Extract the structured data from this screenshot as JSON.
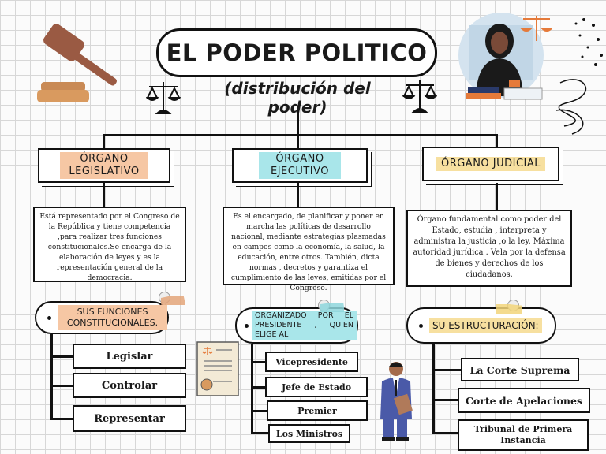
{
  "title": "EL PODER POLITICO",
  "subtitle": "(distribución del poder)",
  "colors": {
    "legislativo_highlight": "#f6c7a4",
    "ejecutivo_highlight": "#a9e6ea",
    "judicial_highlight": "#f7e0a0",
    "accent_orange": "#e57a3a"
  },
  "icons": [
    "gavel-icon",
    "scales-of-justice-icon",
    "judge-illustration",
    "document-certificate-icon",
    "businessman-illustration"
  ],
  "legislativo": {
    "label": "ÓRGANO LEGISLATIVO",
    "description": "Está representado por el Congreso de la República y tiene competencia ,para realizar tres funciones constitucionales.Se encarga de la elaboración de leyes y es la representación general de la democracia.",
    "pill": "SUS FUNCIONES CONSTITUCIONALES.",
    "items": [
      "Legislar",
      "Controlar",
      "Representar"
    ]
  },
  "ejecutivo": {
    "label": "ÓRGANO EJECUTIVO",
    "description": "Es el encargado, de planificar y poner en marcha las políticas de desarrollo nacional, mediante  estrategias plasmadas en campos como la economía, la salud, la educación, entre otros. También, dicta normas , decretos y garantiza el cumplimiento de las leyes, emitidas por el Congreso.",
    "pill": "ORGANIZADO POR EL PRESIDENTE , QUIEN ELIGE AL",
    "items": [
      "Vicepresidente",
      "Jefe de Estado",
      "Premier",
      "Los Ministros"
    ]
  },
  "judicial": {
    "label": "ÓRGANO JUDICIAL",
    "description": "Órgano fundamental como poder del Estado, estudia , interpreta y administra la justicia ,o  la ley. Máxima autoridad jurídica . Vela por la defensa de bienes y derechos de los ciudadanos.",
    "pill": "SU ESTRUCTURACIÓN:",
    "items": [
      "La Corte Suprema",
      "Corte de Apelaciones",
      "Tribunal de Primera Instancia"
    ]
  }
}
